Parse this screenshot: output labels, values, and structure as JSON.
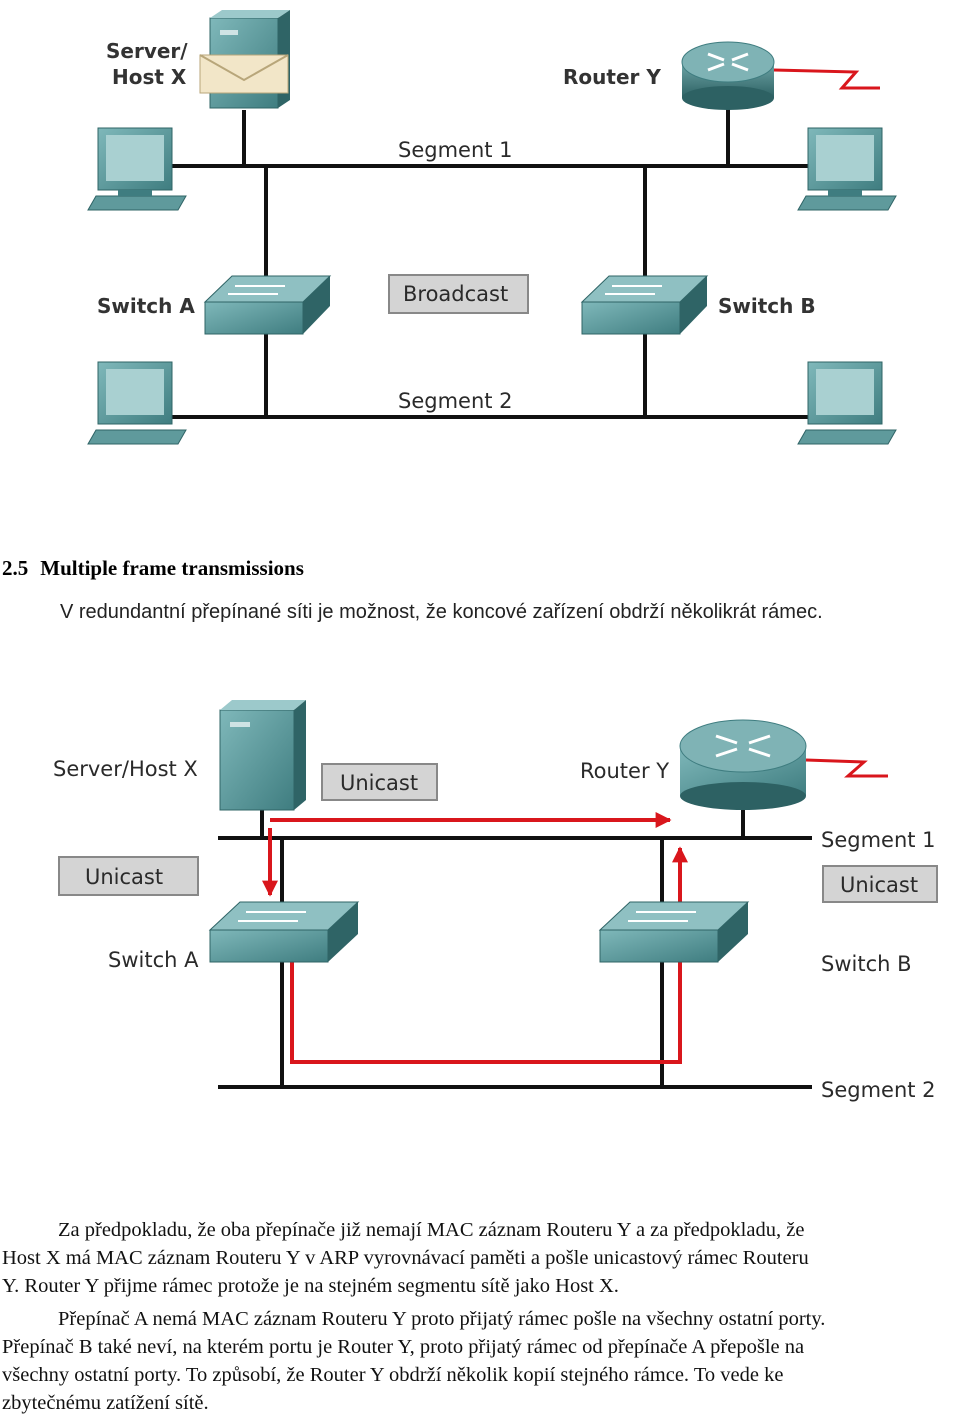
{
  "diagram1": {
    "server_label_line1": "Server/",
    "server_label_line2": "Host X",
    "router_label": "Router Y",
    "segment1_label": "Segment 1",
    "segment2_label": "Segment 2",
    "switch_a_label": "Switch A",
    "switch_b_label": "Switch B",
    "broadcast_label": "Broadcast"
  },
  "section": {
    "number": "2.5",
    "title": "Multiple frame transmissions",
    "intro": "V redundantní přepínané síti je možnost, že koncové zařízení obdrží několikrát rámec."
  },
  "diagram2": {
    "server_label": "Server/Host X",
    "router_label": "Router Y",
    "unicast_top": "Unicast",
    "unicast_left": "Unicast",
    "unicast_right": "Unicast",
    "segment1_label": "Segment 1",
    "segment2_label": "Segment 2",
    "switch_a_label": "Switch A",
    "switch_b_label": "Switch B"
  },
  "paragraphs": {
    "p1_line1": "Za předpokladu, že oba přepínače již nemají MAC záznam Routeru Y a za předpokladu, že",
    "p1_line2": "Host X má MAC záznam Routeru Y v ARP vyrovnávací paměti a pošle unicastový rámec Routeru",
    "p1_line3": "Y. Router Y přijme rámec protože je na stejném segmentu sítě jako Host X.",
    "p2_line1": "Přepínač A nemá MAC záznam Routeru Y proto přijatý rámec pošle na všechny ostatní porty.",
    "p2_line2": "Přepínač B také neví, na kterém portu je Router Y, proto přijatý rámec od přepínače A přepošle na",
    "p2_line3": "všechny ostatní porty. To způsobí, že Router Y obdrží několik kopií stejného rámce. To vede ke",
    "p2_line4": "zbytečnému zatížení sítě."
  },
  "colors": {
    "device_teal": "#4d8f91",
    "device_dark": "#2f6466",
    "arrow_red": "#d9161c",
    "line_black": "#111111",
    "label_box": "#d4d4d4"
  },
  "icons": [
    "server-icon",
    "router-icon",
    "switch-icon",
    "computer-icon",
    "envelope-icon",
    "lightning-link-icon"
  ]
}
